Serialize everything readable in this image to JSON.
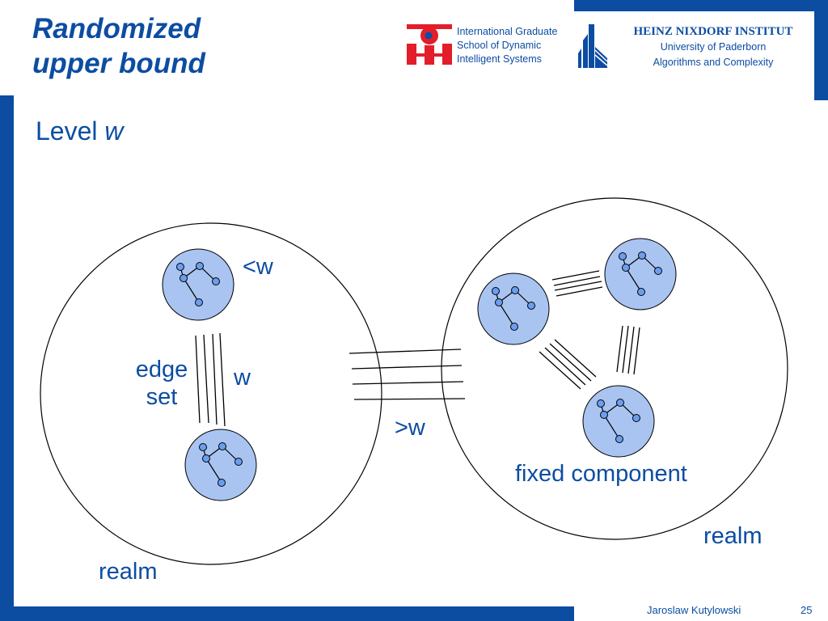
{
  "header": {
    "title_line1": "Randomized",
    "title_line2": "upper bound",
    "igs": {
      "line1": "International Graduate",
      "line2": "School of Dynamic",
      "line3": "Intelligent Systems"
    },
    "hni": {
      "name": "HEINZ NIXDORF INSTITUT",
      "line1": "University of Paderborn",
      "line2": "Algorithms and Complexity"
    }
  },
  "slide": {
    "heading_text": "Level ",
    "heading_var": "w"
  },
  "diagram": {
    "label_less_w": "<w",
    "label_edge": "edge",
    "label_set": "set",
    "label_w": "w",
    "label_greater_w": ">w",
    "label_fixed_component": "fixed component",
    "label_realm_left": "realm",
    "label_realm_right": "realm"
  },
  "footer": {
    "author": "Jaroslaw Kutylowski",
    "page": "25"
  },
  "colors": {
    "accent": "#0c4da2",
    "component_fill": "#a9c4f1",
    "node_fill": "#6b9ef0",
    "logo_red": "#e31d2a"
  }
}
